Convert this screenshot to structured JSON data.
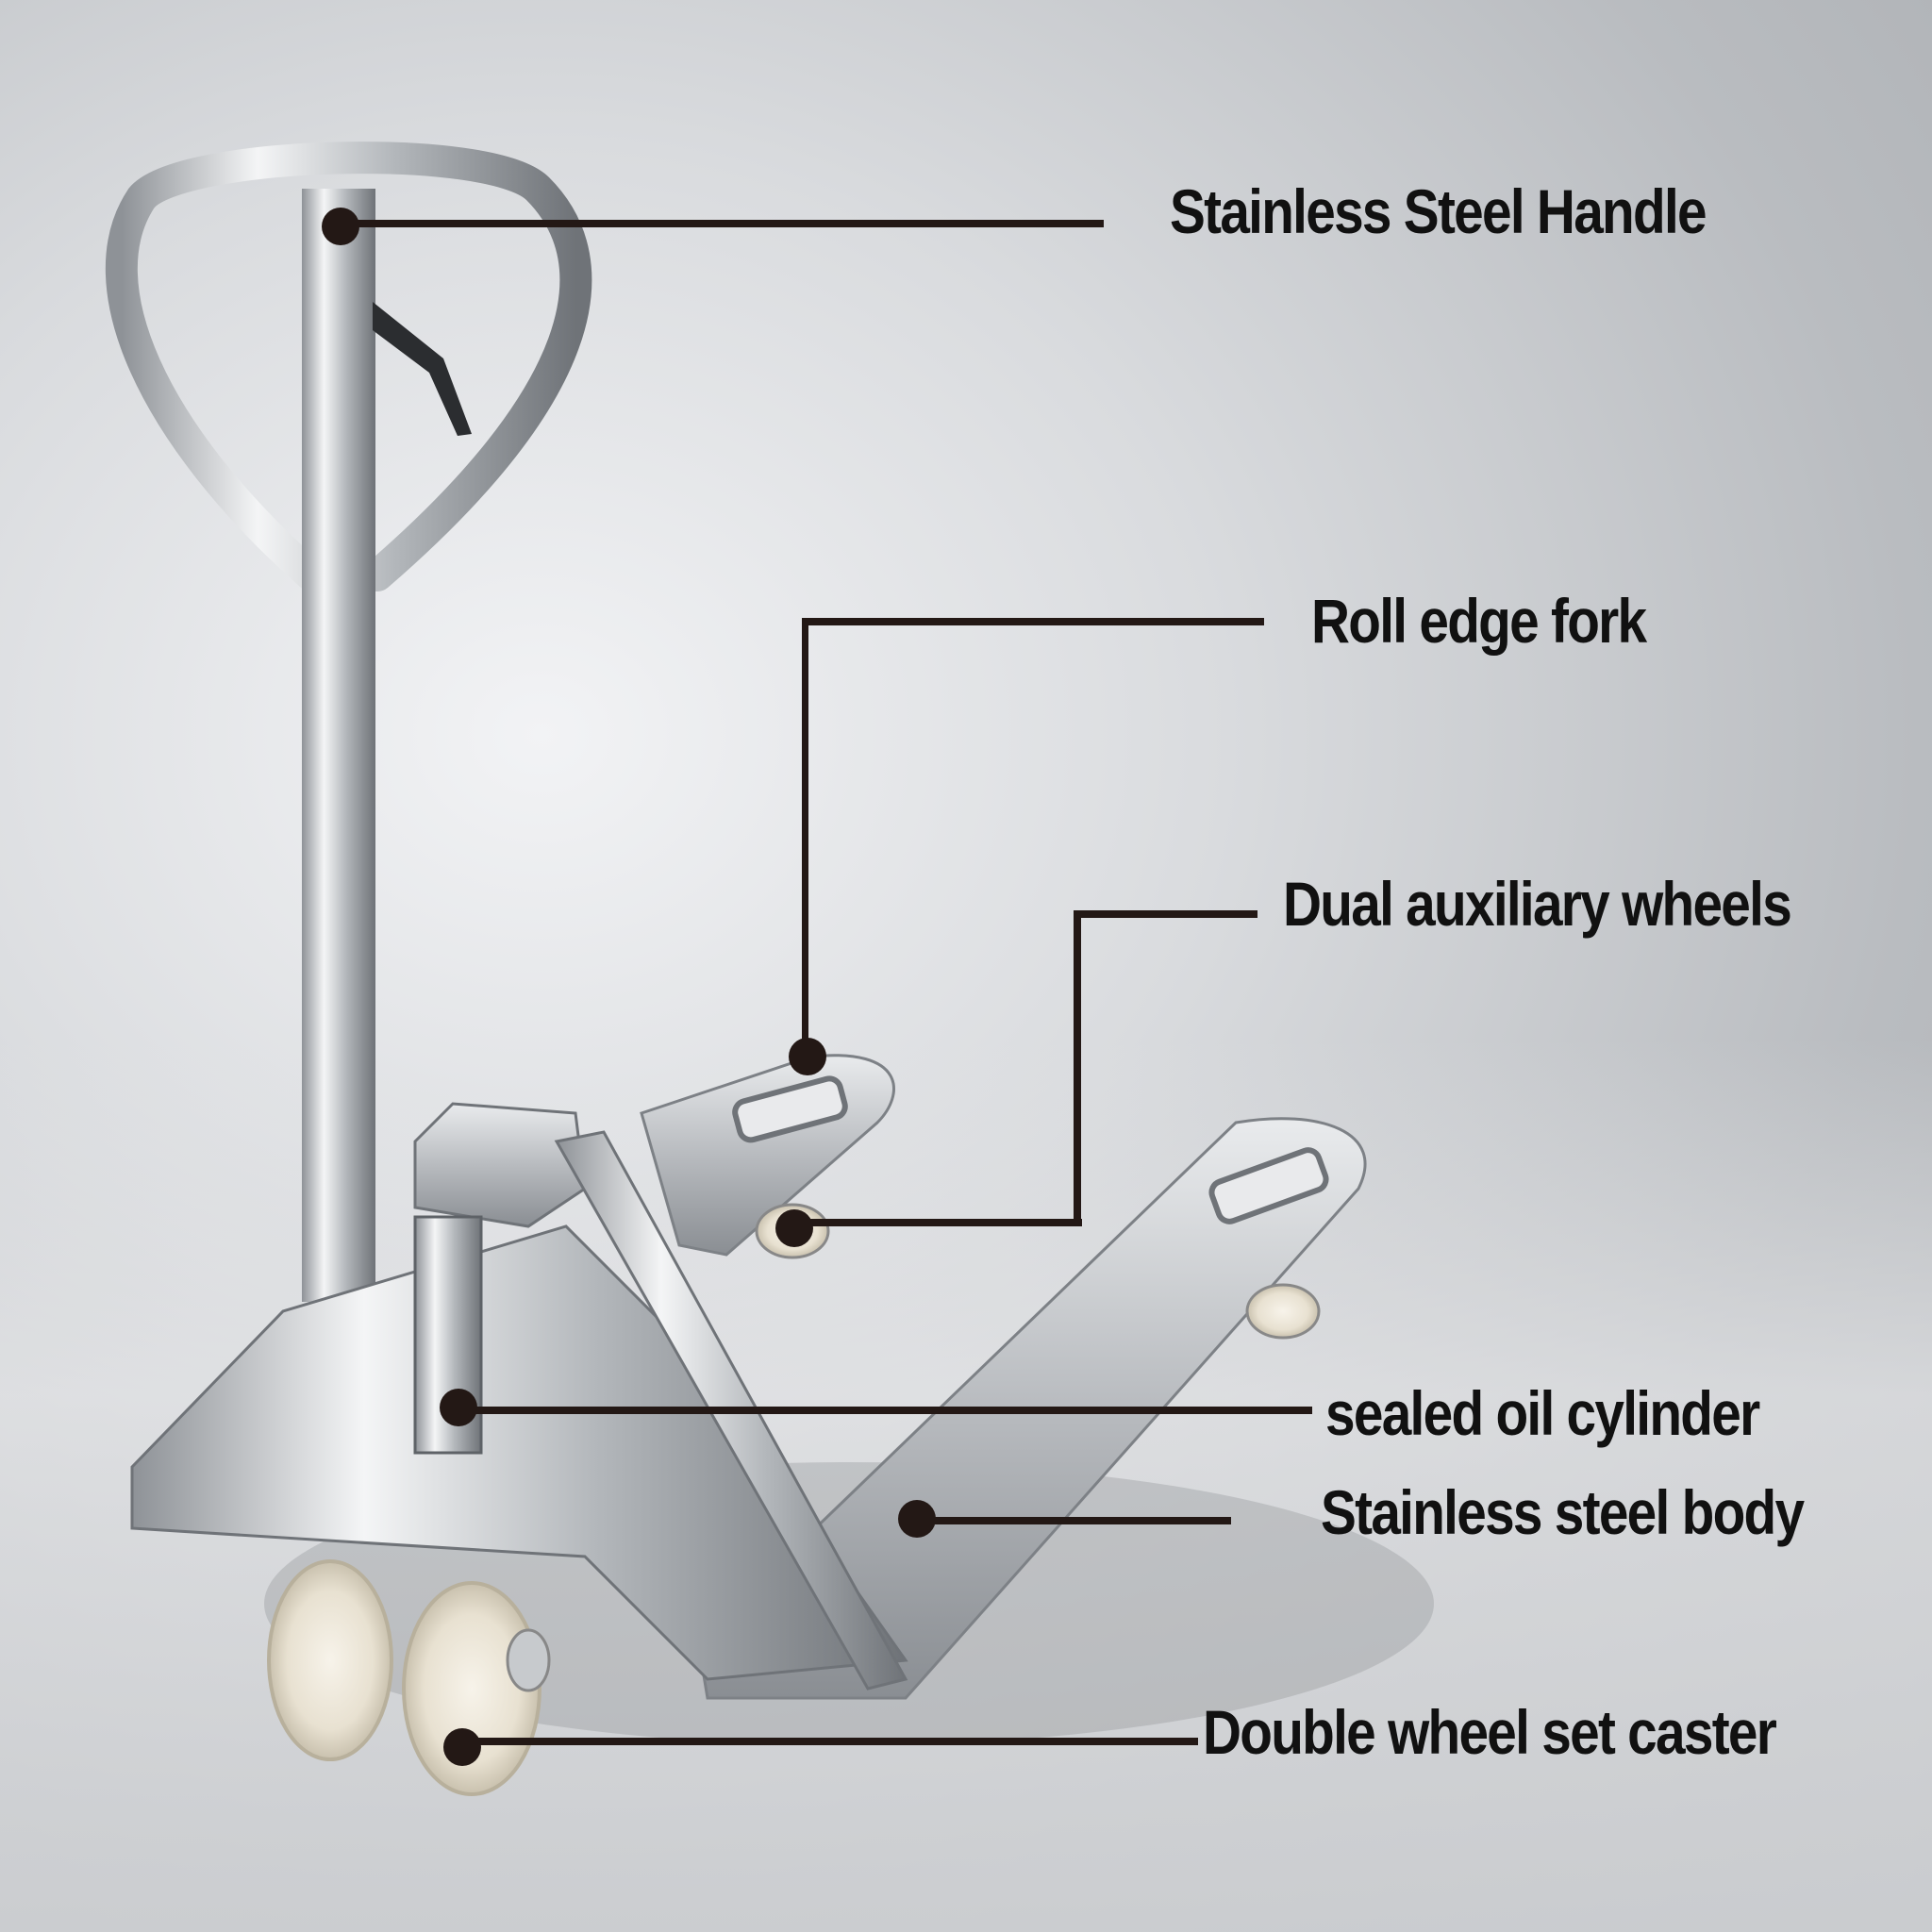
{
  "diagram": {
    "subject": "Stainless steel hand pallet truck",
    "accent_colors": {
      "callout": "#231815",
      "text": "#111111",
      "wheel": "#efe9dc",
      "steel": "#c8cbcf"
    },
    "callouts": [
      {
        "id": "handle",
        "label": "Stainless Steel Handle"
      },
      {
        "id": "fork",
        "label": "Roll edge fork"
      },
      {
        "id": "aux-wheels",
        "label": "Dual auxiliary wheels"
      },
      {
        "id": "cylinder",
        "label": "sealed oil cylinder"
      },
      {
        "id": "body",
        "label": "Stainless steel body"
      },
      {
        "id": "caster",
        "label": "Double wheel set caster"
      }
    ]
  }
}
